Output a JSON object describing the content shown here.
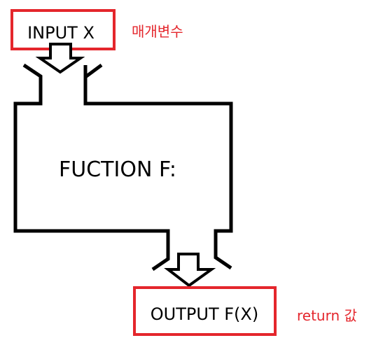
{
  "input": {
    "label": "INPUT X",
    "annotation": "매개변수"
  },
  "function": {
    "label": "FUCTION F:"
  },
  "output": {
    "label": "OUTPUT F(X)",
    "annotation": "return 값"
  },
  "colors": {
    "highlight": "#e4262c",
    "stroke": "#000000",
    "background": "#ffffff"
  }
}
